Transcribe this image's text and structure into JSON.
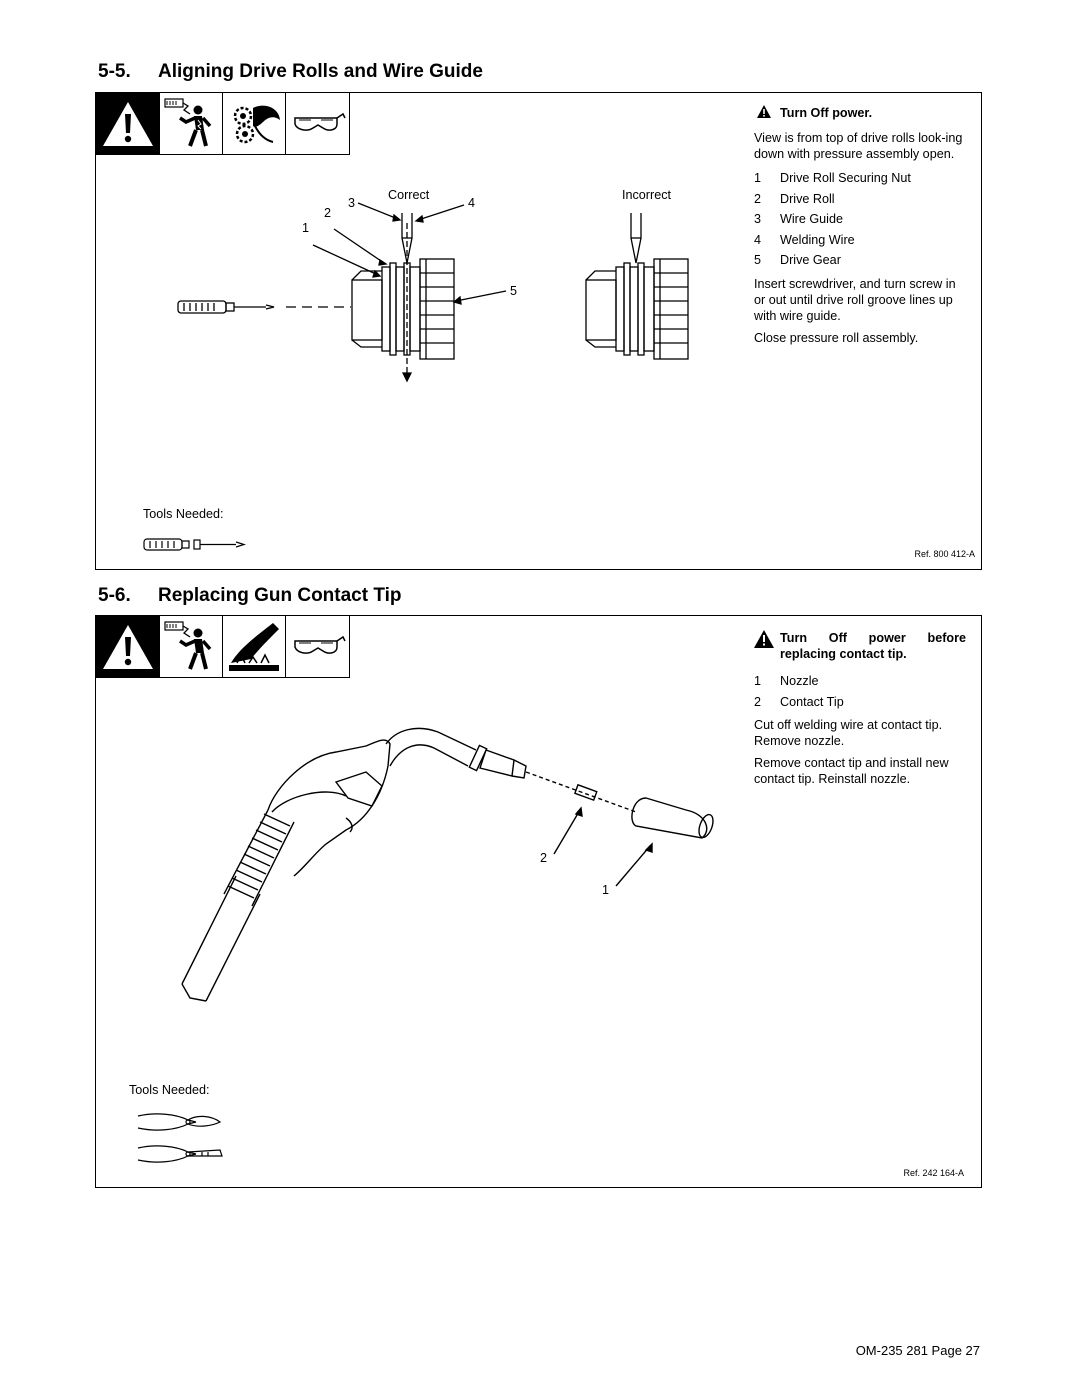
{
  "section1": {
    "number": "5-5.",
    "title": "Aligning Drive Rolls and Wire Guide",
    "warning": "Turn Off power.",
    "intro": "View is from top of drive rolls look-ing down with pressure assembly open.",
    "items": [
      {
        "num": "1",
        "label": "Drive Roll Securing Nut"
      },
      {
        "num": "2",
        "label": "Drive Roll"
      },
      {
        "num": "3",
        "label": "Wire Guide"
      },
      {
        "num": "4",
        "label": "Welding Wire"
      },
      {
        "num": "5",
        "label": "Drive Gear"
      }
    ],
    "instruction1": "Insert screwdriver, and turn screw in or out until drive roll groove lines up with wire guide.",
    "instruction2": "Close pressure roll assembly.",
    "correct_label": "Correct",
    "incorrect_label": "Incorrect",
    "callouts": [
      "1",
      "2",
      "3",
      "4",
      "5"
    ],
    "tools_label": "Tools Needed:",
    "ref": "Ref. 800 412-A",
    "icons": [
      "warning-icon",
      "electric-shock-icon",
      "moving-parts-icon",
      "safety-glasses-icon"
    ]
  },
  "section2": {
    "number": "5-6.",
    "title": "Replacing Gun Contact Tip",
    "warning": "Turn Off power before replacing contact tip.",
    "items": [
      {
        "num": "1",
        "label": "Nozzle"
      },
      {
        "num": "2",
        "label": "Contact Tip"
      }
    ],
    "instruction1": "Cut off welding wire at contact tip. Remove nozzle.",
    "instruction2": "Remove contact tip and install new contact tip. Reinstall nozzle.",
    "callouts": [
      "2",
      "1"
    ],
    "tools_label": "Tools Needed:",
    "ref": "Ref. 242 164-A",
    "icons": [
      "warning-icon",
      "electric-shock-icon",
      "hot-parts-icon",
      "safety-glasses-icon"
    ]
  },
  "footer": "OM-235 281 Page 27"
}
